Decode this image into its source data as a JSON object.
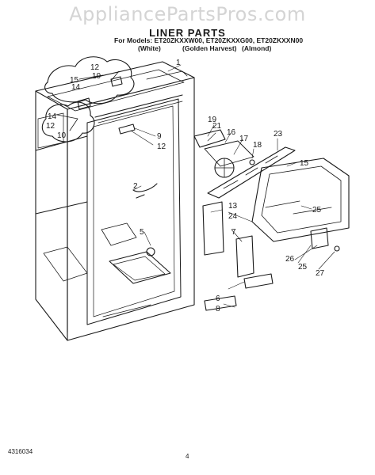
{
  "watermark": "AppliancePartsPros.com",
  "title": "LINER PARTS",
  "models_line": "For Models: ET20ZKXXW00, ET20ZKXXG00, ET20ZKXXN00",
  "variants": [
    "(White)",
    "(Golden Harvest)",
    "(Almond)"
  ],
  "callouts": [
    "1",
    "2",
    "5",
    "6",
    "7",
    "8",
    "9",
    "10",
    "10",
    "12",
    "12",
    "12",
    "13",
    "14",
    "14",
    "15",
    "15",
    "16",
    "17",
    "18",
    "19",
    "21",
    "23",
    "24",
    "25",
    "25",
    "26",
    "27"
  ],
  "footer": {
    "part_number": "4316034",
    "page": "4"
  }
}
